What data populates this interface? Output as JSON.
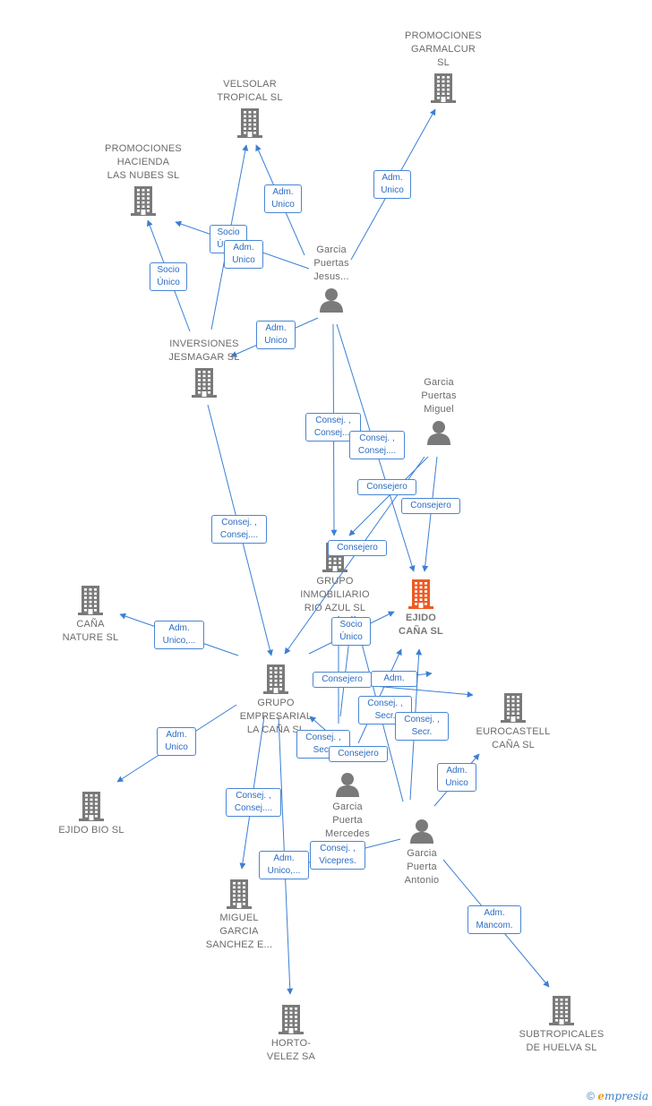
{
  "colors": {
    "edge": "#3a7fd5",
    "building": "#7a7a7a",
    "focus": "#ee5a24",
    "person": "#7a7a7a"
  },
  "nodes": [
    {
      "id": "promociones_garmalcur",
      "type": "company",
      "label": "PROMOCIONES\nGARMALCUR\nSL"
    },
    {
      "id": "velsolar",
      "type": "company",
      "label": "VELSOLAR\nTROPICAL  SL"
    },
    {
      "id": "promociones_hacienda",
      "type": "company",
      "label": "PROMOCIONES\nHACIENDA\nLAS NUBES  SL"
    },
    {
      "id": "garcia_jesus",
      "type": "person",
      "label": "Garcia\nPuertas\nJesus..."
    },
    {
      "id": "inversiones",
      "type": "company",
      "label": "INVERSIONES\nJESMAGAR  SL"
    },
    {
      "id": "garcia_miguel",
      "type": "person",
      "label": "Garcia\nPuertas\nMiguel"
    },
    {
      "id": "inmobiliario",
      "type": "company",
      "label": "GRUPO\nINMOBILIARIO\nRIO AZUL  SL"
    },
    {
      "id": "ejido_cana",
      "type": "focus",
      "label": "EJIDO\nCAÑA  SL"
    },
    {
      "id": "cana_nature",
      "type": "company",
      "label": "CAÑA\nNATURE  SL"
    },
    {
      "id": "grupo_cana",
      "type": "company",
      "label": "GRUPO\nEMPRESARIAL\nLA CAÑA  SL"
    },
    {
      "id": "eurocastell",
      "type": "company",
      "label": "EUROCASTELL\nCAÑA  SL"
    },
    {
      "id": "garcia_mercedes",
      "type": "person",
      "label": "Garcia\nPuerta\nMercedes"
    },
    {
      "id": "ejido_bio",
      "type": "company",
      "label": "EJIDO BIO  SL"
    },
    {
      "id": "garcia_antonio",
      "type": "person",
      "label": "Garcia\nPuerta\nAntonio"
    },
    {
      "id": "miguel_garcia",
      "type": "company",
      "label": "MIGUEL\nGARCIA\nSANCHEZ E..."
    },
    {
      "id": "horto",
      "type": "company",
      "label": "HORTO-\nVELEZ SA"
    },
    {
      "id": "subtropicales",
      "type": "company",
      "label": "SUBTROPICALES\nDE HUELVA  SL"
    }
  ],
  "edge_labels": [
    "Adm.\nUnico",
    "Adm.\nUnico",
    "Socio\nÚnico",
    "Adm.\nUnico",
    "Socio\nÚnico",
    "Adm.\nUnico",
    "Consej. ,\nConsej....",
    "Consej. ,\nConsej....",
    "Consejero",
    "Consejero",
    "Consej. ,\nConsej....",
    "Consejero",
    "Socio\nÚnico",
    "Adm.\nUnico,...",
    "Consejero",
    "Adm.",
    "Consej. ,\nSecr.",
    "Consej. ,\nSecr.",
    "Consej. ,\nSecr.",
    "Consejero",
    "Adm.\nUnico",
    "Adm.\nUnico",
    "Consej. ,\nConsej....",
    "Adm.\nUnico,...",
    "Consej. ,\nVicepres.",
    "Adm.\nMancom."
  ],
  "footer": {
    "copyright": "©",
    "brand": "mpresia",
    "brand_initial": "e"
  }
}
